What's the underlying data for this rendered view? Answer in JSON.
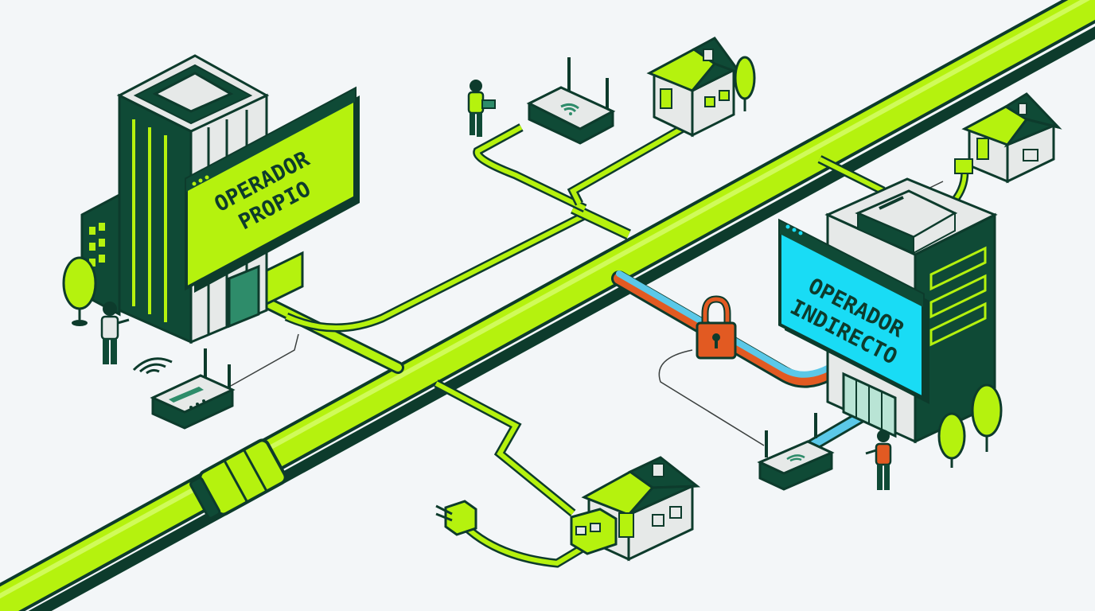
{
  "colors": {
    "background": "#f3f6f8",
    "fiber": "#b5f20e",
    "outline": "#0d3b2c",
    "indirect_screen": "#19dcf5",
    "lock": "#e25a22",
    "indirect_fiber": "#5bc8e8",
    "building_light": "#e6e9e8",
    "building_dark": "#0f4a36"
  },
  "signs": {
    "own_operator": {
      "line1": "OPERADOR",
      "line2": "PROPIO"
    },
    "indirect_operator": {
      "line1": "OPERADOR",
      "line2": "INDIRECTO"
    }
  },
  "icons": [
    "router-icon",
    "house-icon",
    "person-icon",
    "tree-icon",
    "padlock-icon",
    "plug-icon",
    "wifi-icon"
  ]
}
